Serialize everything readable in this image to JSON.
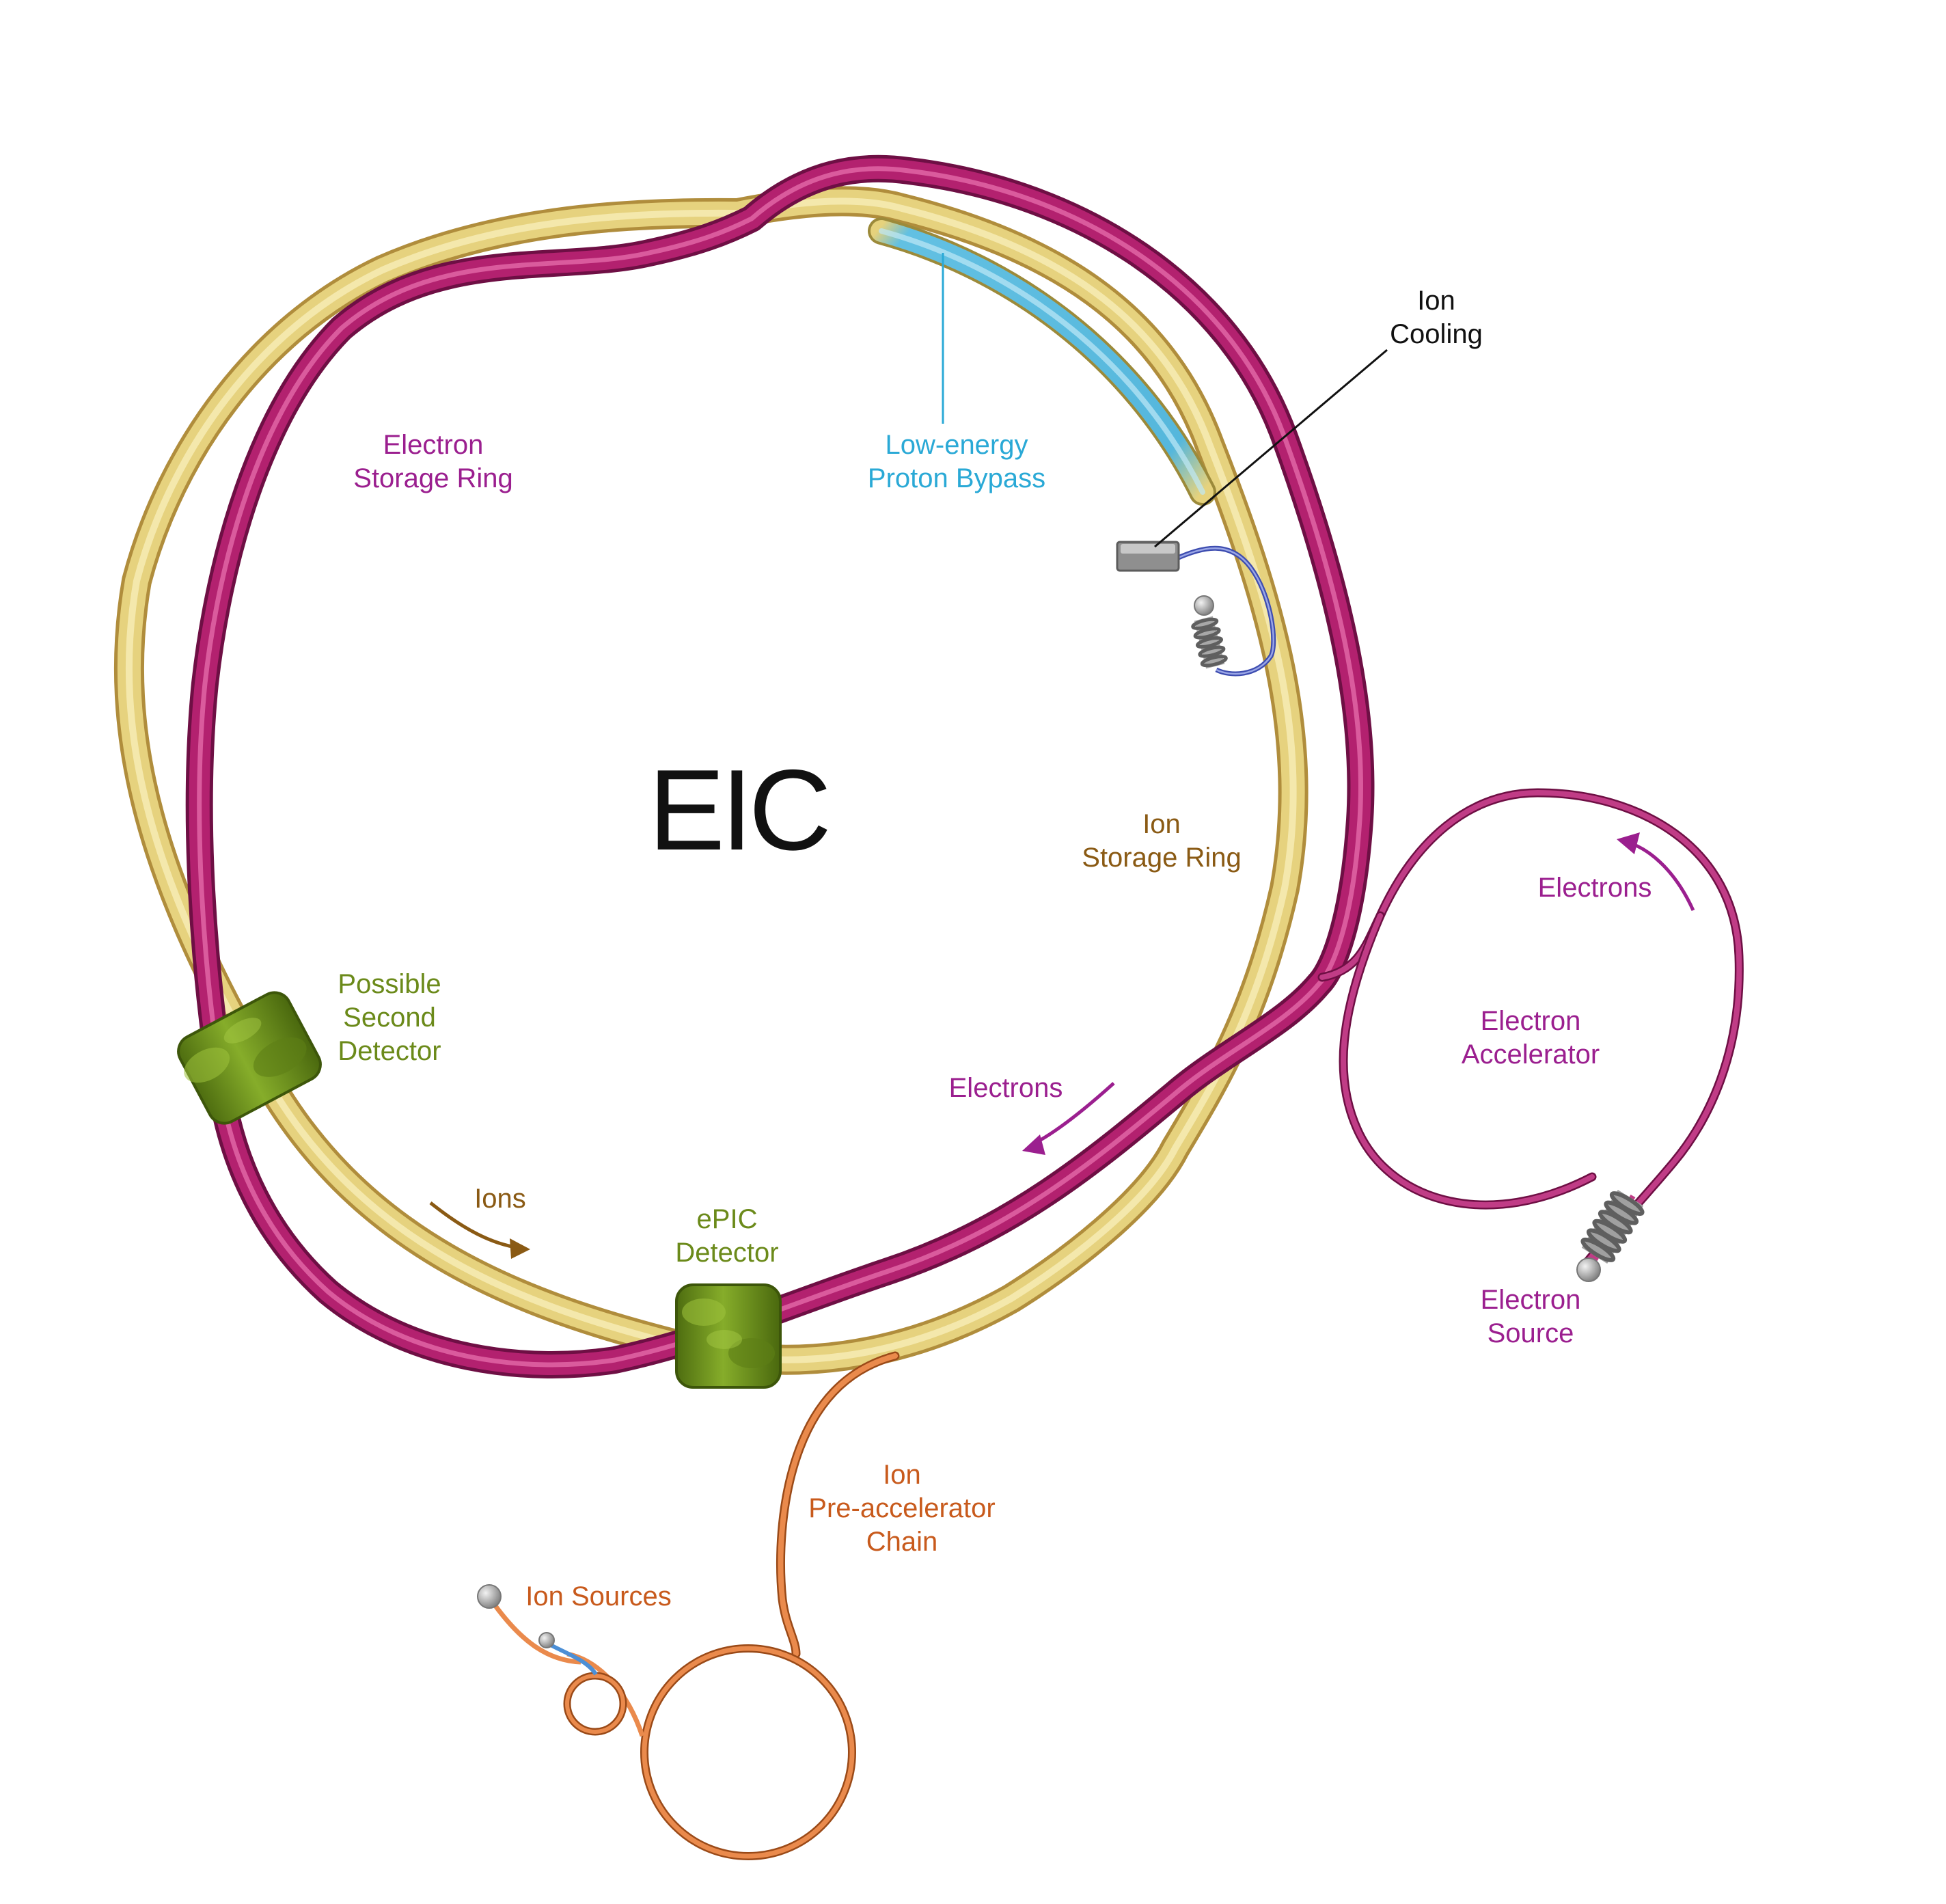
{
  "diagram": {
    "title": "EIC",
    "labels": {
      "ion_cooling": [
        "Ion",
        "Cooling"
      ],
      "electron_storage_ring": [
        "Electron",
        "Storage Ring"
      ],
      "low_energy_proton_bypass": [
        "Low-energy",
        "Proton Bypass"
      ],
      "ion_storage_ring": [
        "Ion",
        "Storage Ring"
      ],
      "electrons_outer": "Electrons",
      "electron_accelerator": [
        "Electron",
        "Accelerator"
      ],
      "possible_second_detector": [
        "Possible",
        "Second",
        "Detector"
      ],
      "electrons_inner": "Electrons",
      "ions": "Ions",
      "epic_detector": [
        "ePIC",
        "Detector"
      ],
      "electron_source": [
        "Electron",
        "Source"
      ],
      "ion_pre_accelerator_chain": [
        "Ion",
        "Pre-accelerator",
        "Chain"
      ],
      "ion_sources": "Ion Sources"
    }
  },
  "colors": {
    "electron_ring": "#b01e6e",
    "ion_ring": "#e2d07a",
    "proton_bypass": "#4fb3d9",
    "ion_chain": "#e0783a",
    "detector": "#6b8f1c",
    "electron_label": "#9b1f8f",
    "ion_label": "#8a5a14",
    "detector_label": "#6b8a1a",
    "bypass_label": "#2aa9d6",
    "chain_label": "#c85a1c",
    "cooling_label": "#111111"
  },
  "icons": [
    "ion-cooling-device",
    "electron-source-coil",
    "ion-source-ball",
    "detector-barrel"
  ]
}
